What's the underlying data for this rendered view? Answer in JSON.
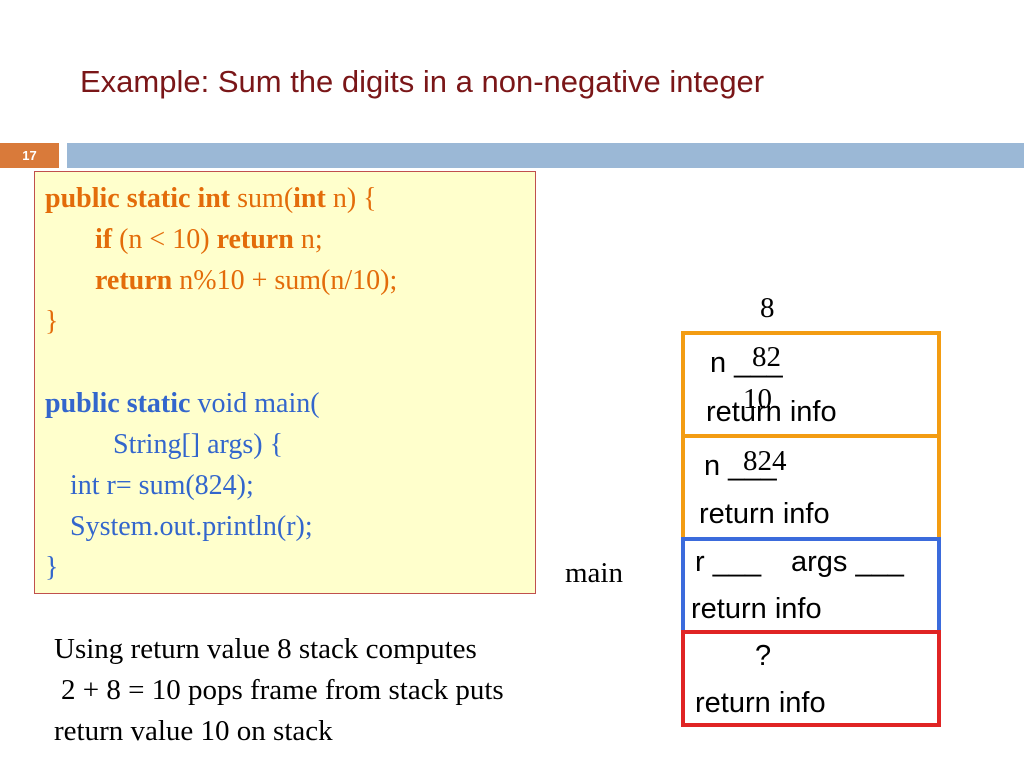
{
  "slide": {
    "title": "Example: Sum the digits in a non-negative integer",
    "number": "17"
  },
  "code": {
    "line1": {
      "kw": "public static int",
      "rest1": " sum(",
      "kw2": "int",
      "rest2": " n) {"
    },
    "line2": {
      "kw": "if",
      "rest1": " (n < 10) ",
      "kw2": "return",
      "rest2": " n;"
    },
    "line3": {
      "kw": "return",
      "rest": " n%10 + sum(n/10);"
    },
    "line4": "}",
    "line5": {
      "kw": "public static",
      "rest": " void main("
    },
    "line6": "String[] args) {",
    "line7": "int r= sum(824);",
    "line8": "System.out.println(r);",
    "line9": "}"
  },
  "note": {
    "line1": "Using return value 8 stack computes",
    "line2": "2 + 8 = 10 pops frame from stack puts",
    "line3": "return value 10 on stack"
  },
  "stack": {
    "top_value": "8",
    "main_label": "main",
    "frame1": {
      "n_label": "n ___",
      "n_value": "82",
      "extra_value": "10",
      "return_info": "return info"
    },
    "frame2": {
      "n_label": "n ___",
      "n_value": "824",
      "return_info": "return info"
    },
    "frame3": {
      "r_label": "r ___",
      "args_label": "args ___",
      "return_info": "return info"
    },
    "frame4": {
      "value": "?",
      "return_info": "return info"
    }
  },
  "colors": {
    "title": "#7a1618",
    "code_keyword": "#e36c0a",
    "main_text": "#3366cc",
    "frame_orange": "#f39c12",
    "frame_blue": "#3b6bdc",
    "frame_red": "#e02424"
  }
}
